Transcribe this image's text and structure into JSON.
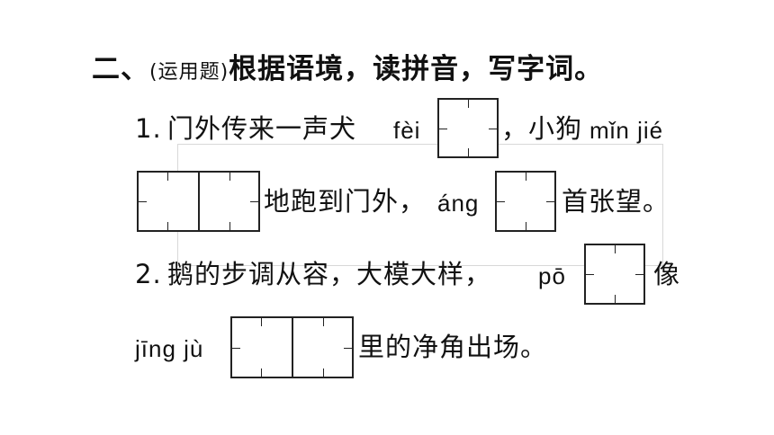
{
  "heading": {
    "number": "二、",
    "tag": "(运用题)",
    "instruction": "根据语境，读拼音，写字词。"
  },
  "q1": {
    "number": "1.",
    "text_a": "门外传来一声犬",
    "pinyin_a": "fèi",
    "text_b": "，小狗",
    "pinyin_b": "mǐn jié",
    "text_c": "地跑到门外，",
    "pinyin_c": "áng",
    "text_d": "首张望。"
  },
  "q2": {
    "number": "2.",
    "text_a": "鹅的步调从容，大模大样，",
    "pinyin_a": "pō",
    "text_b": "像",
    "pinyin_b": "jīng jù",
    "text_c": "里的净角出场。"
  }
}
